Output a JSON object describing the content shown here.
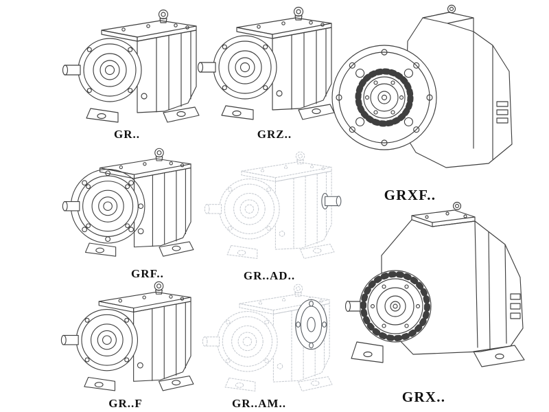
{
  "page": {
    "background": "#ffffff",
    "line_color": "#3f3f3f",
    "ghost_line_color": "#c8ccd2",
    "label_color": "#101010"
  },
  "items": [
    {
      "label": "GR.."
    },
    {
      "label": "GRZ.."
    },
    {
      "label": "GRXF.."
    },
    {
      "label": "GRF.."
    },
    {
      "label": "GR..AD.."
    },
    {
      "label": "GR..F"
    },
    {
      "label": "GR..AM.."
    },
    {
      "label": "GRX.."
    }
  ]
}
